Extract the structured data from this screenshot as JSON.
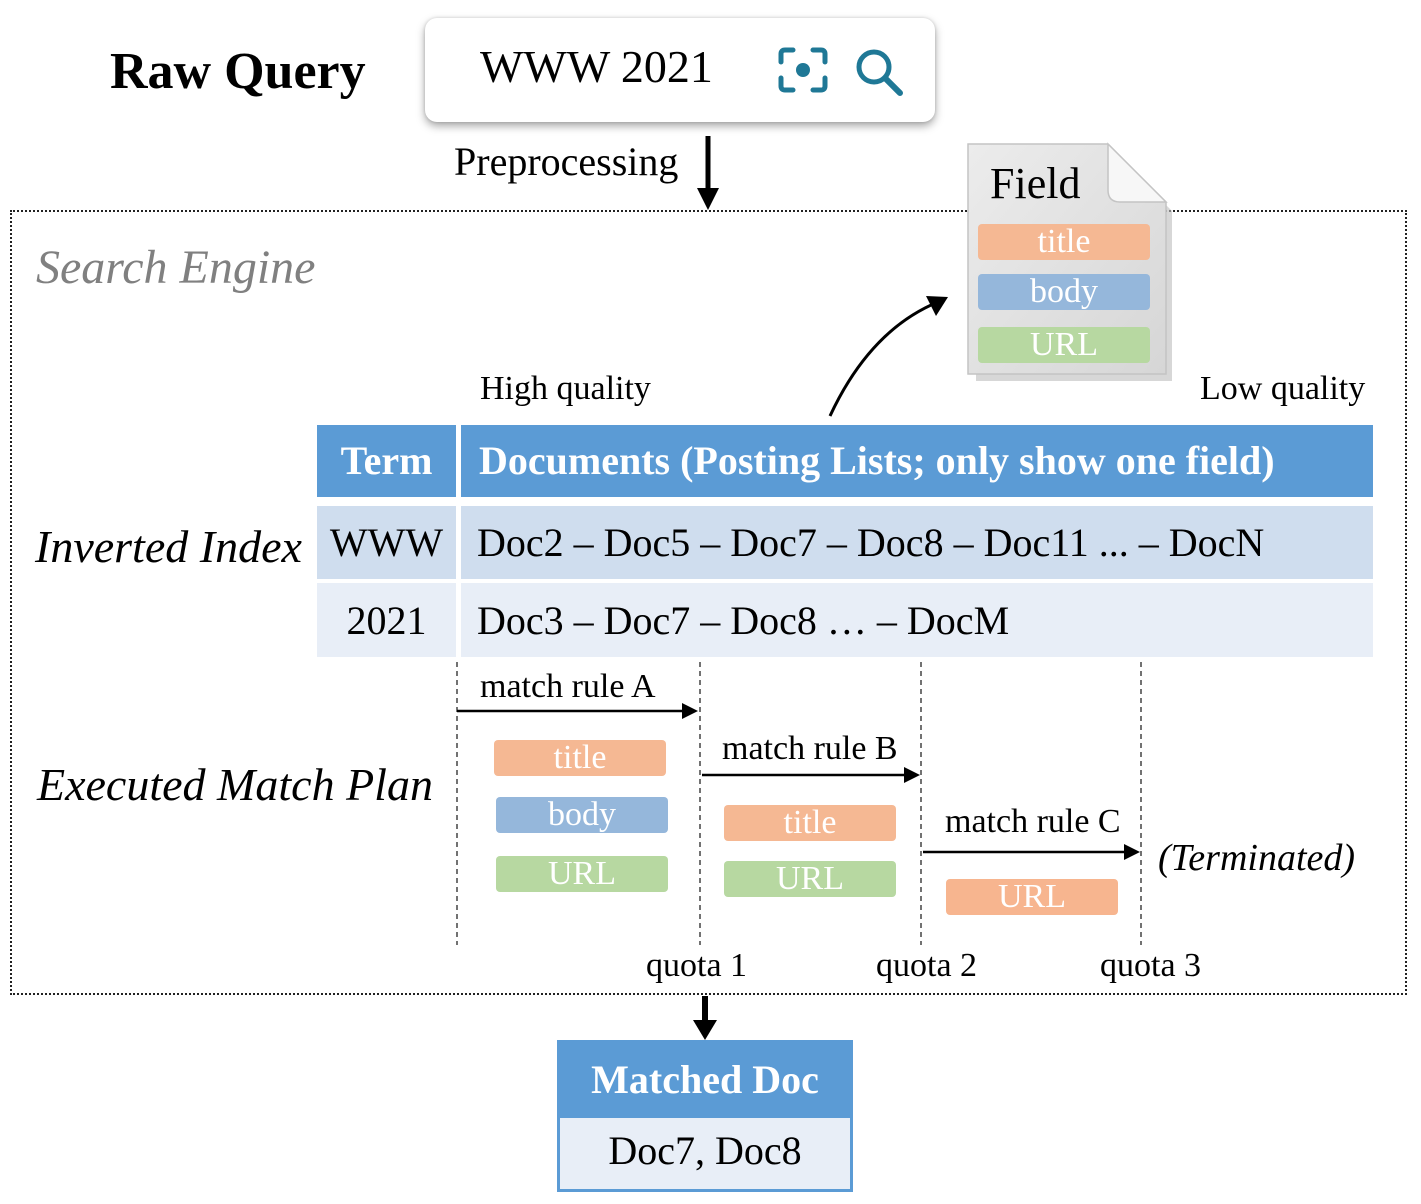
{
  "raw_query": {
    "label": "Raw Query",
    "query_text": "WWW 2021",
    "icons": [
      "scan-icon",
      "search-icon"
    ]
  },
  "preprocessing_label": "Preprocessing",
  "search_engine": {
    "title": "Search Engine",
    "field_card": {
      "title": "Field",
      "fields": [
        "title",
        "body",
        "URL"
      ]
    },
    "quality": {
      "high": "High quality",
      "low": "Low quality"
    },
    "inverted_index": {
      "label": "Inverted Index",
      "headers": [
        "Term",
        "Documents (Posting Lists; only show one field)"
      ],
      "rows": [
        {
          "term": "WWW",
          "docs": "Doc2 – Doc5 – Doc7 – Doc8 – Doc11 ... – DocN"
        },
        {
          "term": "2021",
          "docs": "Doc3 – Doc7 – Doc8 …  – DocM"
        }
      ]
    },
    "match_plan": {
      "label": "Executed Match Plan",
      "rules": [
        {
          "name": "match rule A",
          "fields": [
            "title",
            "body",
            "URL"
          ]
        },
        {
          "name": "match rule B",
          "fields": [
            "title",
            "URL"
          ]
        },
        {
          "name": "match rule C",
          "fields": [
            "URL"
          ]
        }
      ],
      "terminated": "(Terminated)",
      "quotas": [
        "quota 1",
        "quota 2",
        "quota 3"
      ]
    }
  },
  "matched_doc": {
    "title": "Matched Doc",
    "docs": "Doc7, Doc8"
  },
  "colors": {
    "header_blue": "#5b9bd5",
    "row_light_blue": "#cfddee",
    "row_lighter_blue": "#e8eef7",
    "title_orange": "#f5b893",
    "body_blue": "#95b7db",
    "url_green": "#b7d8a1",
    "url_salmon": "#f7b58f",
    "icon_teal": "#1f7896"
  }
}
